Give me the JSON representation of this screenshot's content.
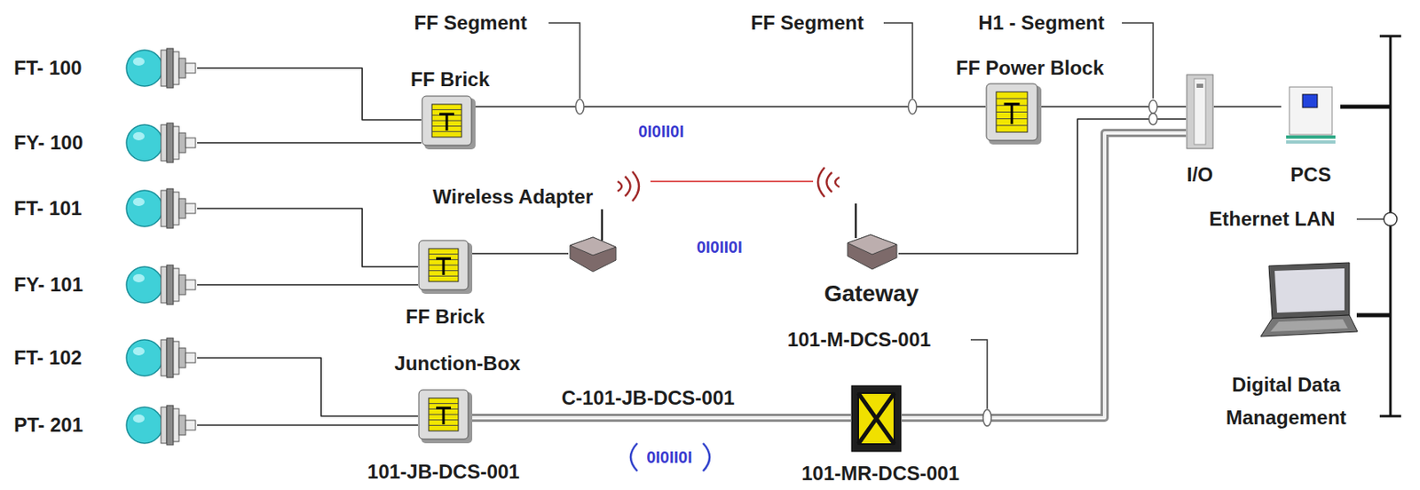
{
  "diagram": {
    "nodes": [
      {
        "text": [
          "FT- 100"
        ]
      },
      {
        "text": [
          "FY- 100"
        ]
      },
      {
        "text": [
          "FT- 101"
        ]
      },
      {
        "text": [
          "FY- 101"
        ]
      },
      {
        "text": [
          "FT- 102"
        ]
      },
      {
        "text": [
          "PT- 201"
        ]
      },
      {
        "text": [
          "FF Brick"
        ]
      },
      {
        "text": [
          "FF Brick"
        ]
      },
      {
        "text": [
          "Junction-Box",
          "101-JB-DCS-001"
        ]
      },
      {
        "text": [
          "Wireless Adapter"
        ]
      },
      {
        "text": [
          "Gateway"
        ]
      },
      {
        "text": [
          "101-MR-DCS-001"
        ]
      },
      {
        "text": [
          "FF Power Block"
        ]
      },
      {
        "text": [
          "I/O"
        ]
      },
      {
        "text": [
          "PCS"
        ]
      },
      {
        "text": [
          "Digital Data Management"
        ]
      }
    ],
    "edges": [
      {
        "from": 0,
        "to": 6,
        "arrow": "none"
      },
      {
        "from": 1,
        "to": 6,
        "arrow": "none"
      },
      {
        "from": 2,
        "to": 7,
        "arrow": "none"
      },
      {
        "from": 3,
        "to": 7,
        "arrow": "none"
      },
      {
        "from": 4,
        "to": 8,
        "arrow": "none"
      },
      {
        "from": 5,
        "to": 8,
        "arrow": "none"
      },
      {
        "from": 6,
        "to": 12,
        "arrow": "none"
      },
      {
        "from": 12,
        "to": 13,
        "arrow": "none"
      },
      {
        "from": 7,
        "to": 9,
        "arrow": "none"
      },
      {
        "from": 9,
        "to": 10,
        "arrow": "none"
      },
      {
        "from": 10,
        "to": 13,
        "arrow": "none"
      },
      {
        "from": 8,
        "to": 11,
        "label": "C-101-JB-DCS-001",
        "arrow": "none"
      },
      {
        "from": 11,
        "to": 13,
        "arrow": "none"
      },
      {
        "from": 13,
        "to": 14,
        "arrow": "none"
      }
    ],
    "labels": [
      "FF Segment",
      "FF Segment",
      "H1 - Segment",
      "0I0II0I",
      "0I0II0I",
      "Ethernet LAN",
      "101-M-DCS-001",
      "0I0II0I"
    ]
  }
}
